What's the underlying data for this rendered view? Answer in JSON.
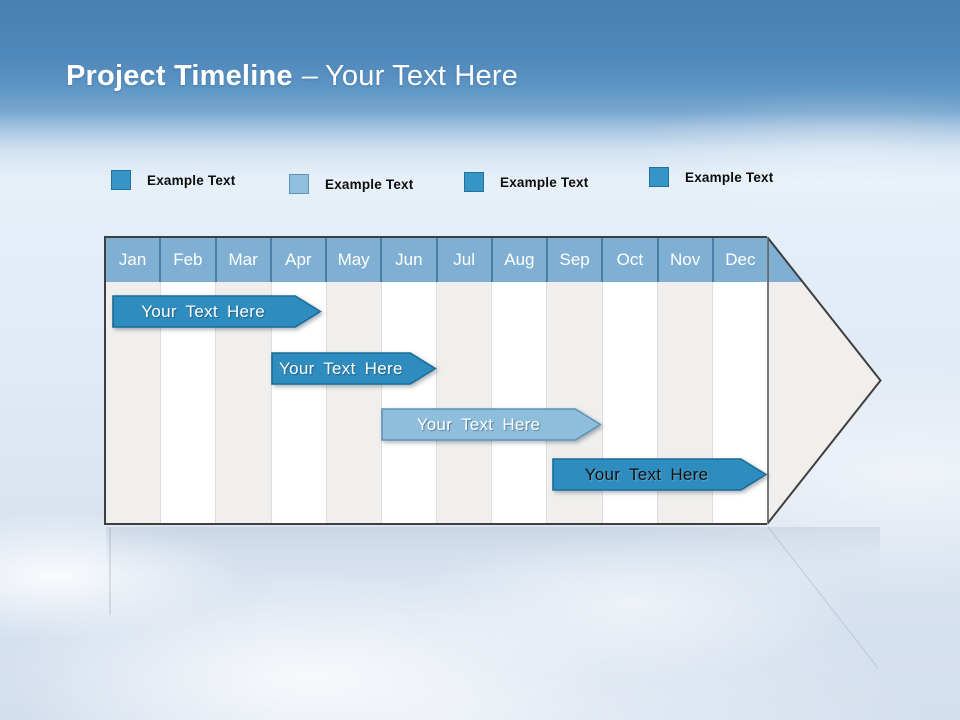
{
  "title": {
    "main": "Project Timeline",
    "separator": "–",
    "suffix": "Your Text Here"
  },
  "legend": {
    "items": [
      {
        "label": "Example Text",
        "color": "#3695c6",
        "border": "#20719c"
      },
      {
        "label": "Example Text",
        "color": "#8fbedf",
        "border": "#5f93b8"
      },
      {
        "label": "Example Text",
        "color": "#3695c6",
        "border": "#20719c"
      },
      {
        "label": "Example Text",
        "color": "#3695c6",
        "border": "#20719c"
      }
    ]
  },
  "timeline": {
    "months": [
      "Jan",
      "Feb",
      "Mar",
      "Apr",
      "May",
      "Jun",
      "Jul",
      "Aug",
      "Sep",
      "Oct",
      "Nov",
      "Dec"
    ],
    "bars": [
      {
        "label": "Your Text Here",
        "row": 0,
        "start_month": 0.1,
        "end_month": 3.9,
        "variant": "dark",
        "text_color": "#ffffff"
      },
      {
        "label": "Your Text Here",
        "row": 1,
        "start_month": 3.0,
        "end_month": 6.0,
        "variant": "dark",
        "text_color": "#ffffff"
      },
      {
        "label": "Your Text Here",
        "row": 2,
        "start_month": 5.0,
        "end_month": 9.0,
        "variant": "light",
        "text_color": "#ffffff"
      },
      {
        "label": "Your Text Here",
        "row": 3,
        "start_month": 8.1,
        "end_month": 12.0,
        "variant": "dark",
        "text_color": "#111111"
      }
    ],
    "colors": {
      "bar_dark": "#2e8cbe",
      "bar_dark_border": "#1b6c96",
      "bar_light": "#8fbedd",
      "bar_light_border": "#5f93b8",
      "header_fill": "#7fafd2",
      "header_separator": "#4a7ea6",
      "stripe_gray": "#f0efed",
      "stripe_white": "#ffffff",
      "outline": "#3f3f3f"
    }
  }
}
